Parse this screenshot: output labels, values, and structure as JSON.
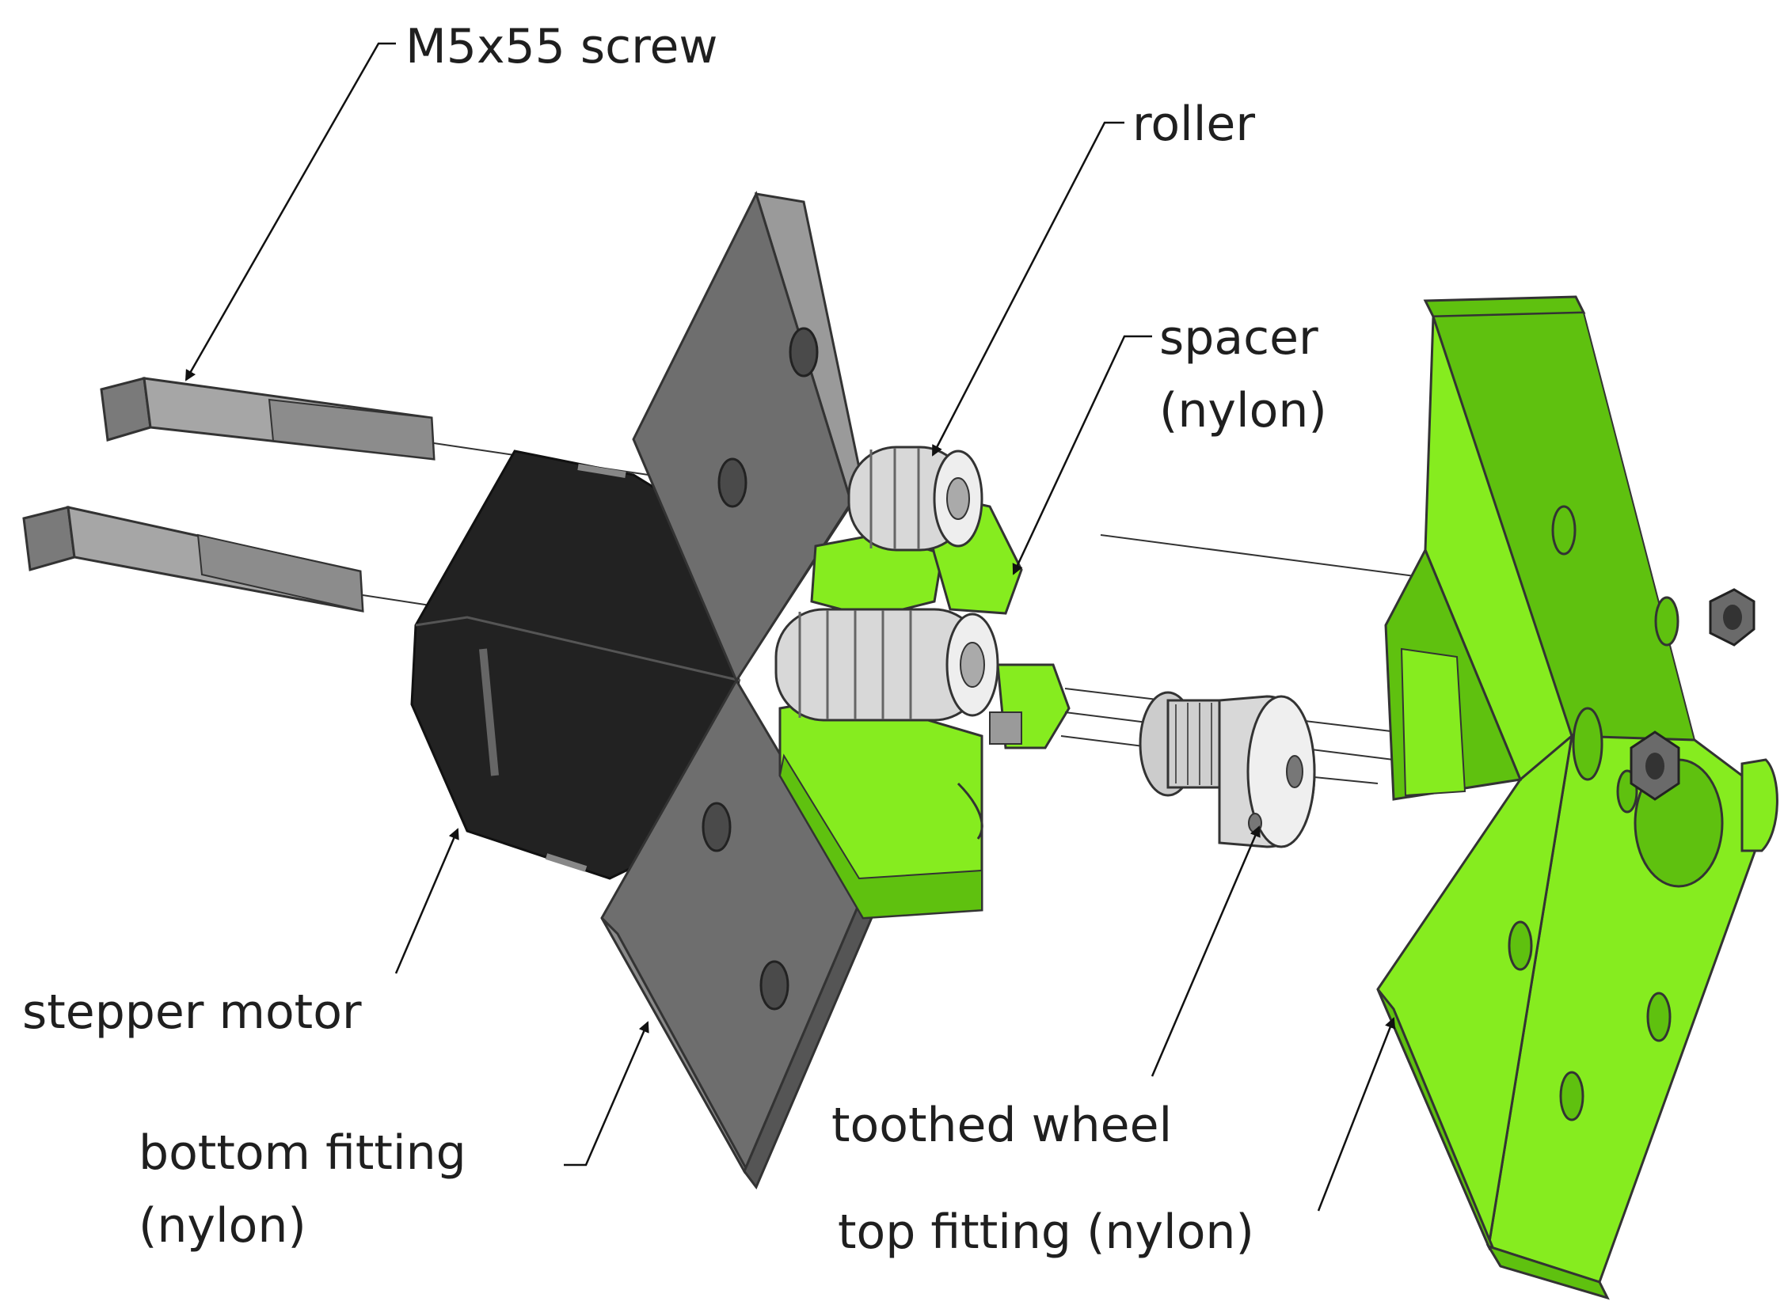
{
  "labels": {
    "screw": "M5x55 screw",
    "roller": "roller",
    "spacer_line1": "spacer",
    "spacer_line2": "(nylon)",
    "stepper": "stepper motor",
    "bottom_line1": "bottom fitting",
    "bottom_line2": "(nylon)",
    "wheel": "toothed wheel",
    "top": "top fitting (nylon)"
  },
  "colors": {
    "nylon_green": "#86ec1f",
    "nylon_green_shade": "#5fc10f",
    "plate_gray": "#6e6e6e",
    "motor_black": "#222222",
    "metal": "#d8d8d8"
  }
}
